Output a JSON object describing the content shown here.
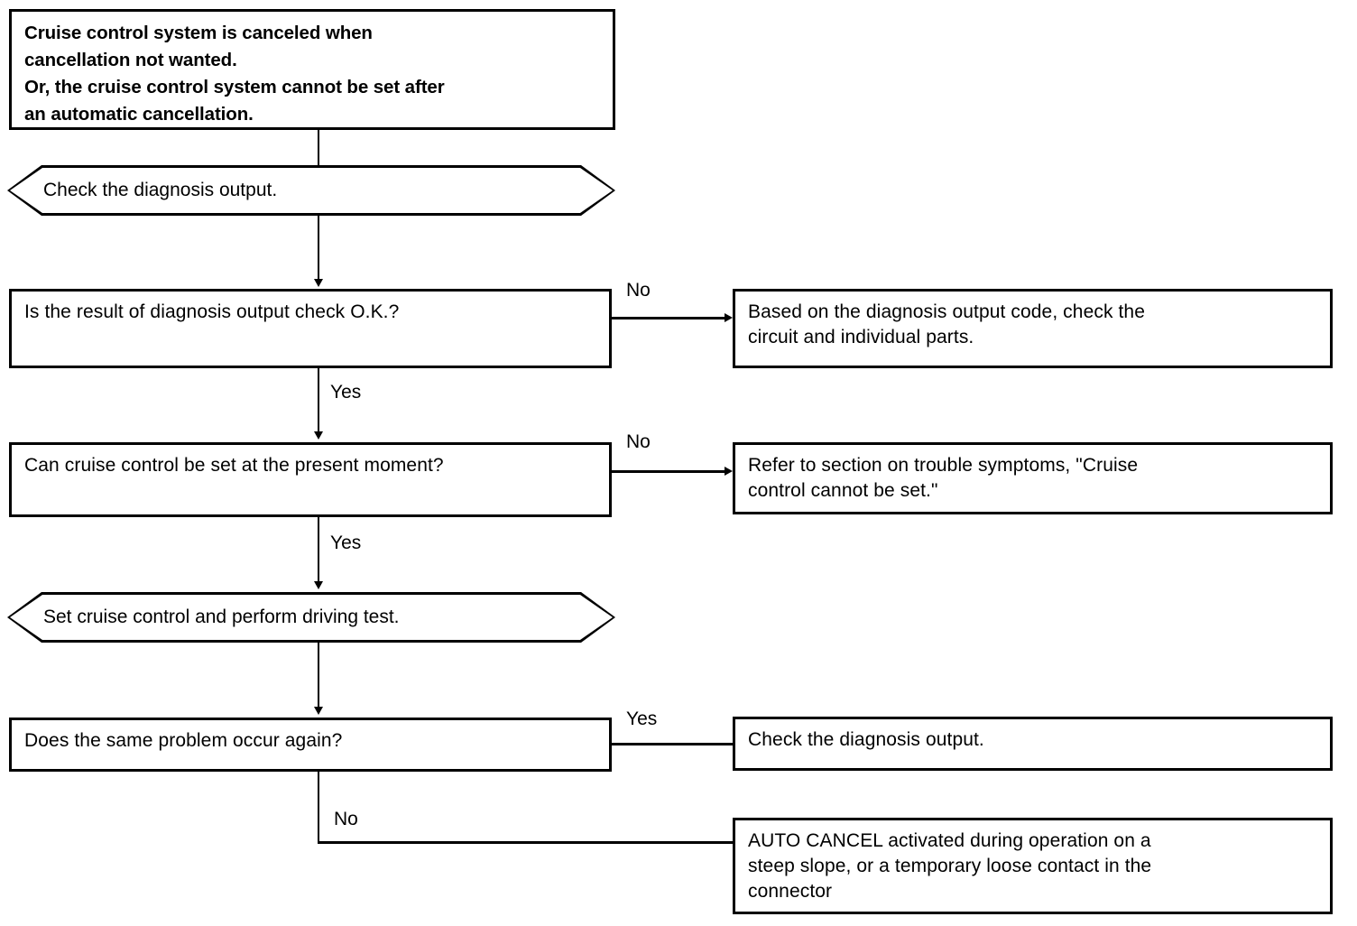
{
  "diagram": {
    "title": "Cruise control system diagnosis flowchart",
    "ink_color": "#000000",
    "background_color": "#ffffff"
  },
  "nodes": {
    "symptom": {
      "shape": "rectangle",
      "text": "Cruise control system is canceled when\ncancellation not wanted.\nOr, the cruise control system cannot be set after\nan automatic cancellation."
    },
    "step_check_diagnosis": {
      "shape": "hexagon",
      "text": "Check the diagnosis output."
    },
    "decision_diagnosis_ok": {
      "shape": "rectangle",
      "text": "Is the result of diagnosis output check O.K.?"
    },
    "action_check_circuit": {
      "shape": "rectangle",
      "text": "Based on the diagnosis output code, check the\ncircuit and individual parts."
    },
    "decision_can_set": {
      "shape": "rectangle",
      "text": "Can cruise control be set at the present moment?"
    },
    "action_refer_section": {
      "shape": "rectangle",
      "text": "Refer to section on trouble symptoms, \"Cruise\ncontrol cannot be set.\""
    },
    "step_driving_test": {
      "shape": "hexagon",
      "text": "Set cruise control and perform driving test."
    },
    "decision_problem_again": {
      "shape": "rectangle",
      "text": "Does the same problem occur again?"
    },
    "action_check_diagnosis_2": {
      "shape": "rectangle",
      "text": "Check the diagnosis output."
    },
    "action_auto_cancel": {
      "shape": "rectangle",
      "text": "AUTO CANCEL activated during operation on a\nsteep slope, or a temporary loose contact in the\nconnector"
    }
  },
  "branch_labels": {
    "no_1": "No",
    "yes_1": "Yes",
    "no_2": "No",
    "yes_2": "Yes",
    "yes_3": "Yes",
    "no_3": "No"
  }
}
